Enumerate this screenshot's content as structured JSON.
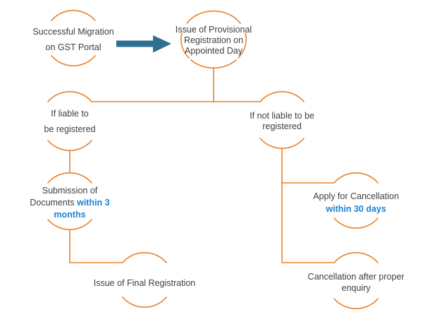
{
  "colors": {
    "orange": "#E6832D",
    "arrow": "#2E6E91",
    "blue": "#1B82D4",
    "text": "#3E3E3E",
    "bg": "#FFFFFF"
  },
  "nodes": {
    "migration": {
      "line1": "Successful Migration",
      "line2": "on GST Portal"
    },
    "provisional": {
      "line1": "Issue of Provisional",
      "line2": "Registration on",
      "line3": "Appointed Day"
    },
    "liable": {
      "line1": "If liable to",
      "line2": "be registered"
    },
    "not_liable": {
      "line1": "If not liable to be",
      "line2": "registered"
    },
    "submission": {
      "dark_text": "Submission of Documents",
      "blue_text": "within 3 months"
    },
    "final": {
      "line1": "Issue of Final Registration"
    },
    "apply_cancellation": {
      "dark_text": "Apply for Cancellation",
      "blue_text": "within 30 days"
    },
    "cancellation_enquiry": {
      "line1": "Cancellation after proper",
      "line2": "enquiry"
    }
  }
}
